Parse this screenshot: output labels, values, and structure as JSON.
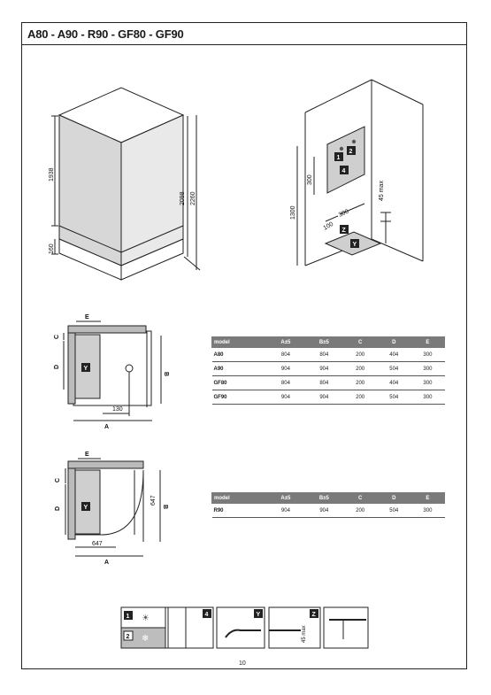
{
  "title": "A80 - A90 - R90 - GF80 - GF90",
  "page_number": "10",
  "iso_left": {
    "d1": "1938",
    "d2": "160",
    "d3": "2098",
    "d4": "2260"
  },
  "iso_right": {
    "d1": "300",
    "d2": "1300",
    "d3": "100",
    "d4": "300",
    "d5": "45 max",
    "z": "Z",
    "y": "Y",
    "b1": "1",
    "b2": "2",
    "b4": "4"
  },
  "plan1": {
    "E": "E",
    "C": "C",
    "D": "D",
    "B": "B",
    "A": "A",
    "d130": "130",
    "Y": "Y"
  },
  "plan2": {
    "E": "E",
    "C": "C",
    "D": "D",
    "B": "B",
    "A": "A",
    "d647a": "647",
    "d647b": "647",
    "Y": "Y"
  },
  "table1": {
    "headers": [
      "model",
      "A±5",
      "B±5",
      "C",
      "D",
      "E"
    ],
    "rows": [
      [
        "A80",
        "804",
        "804",
        "200",
        "404",
        "300"
      ],
      [
        "A90",
        "904",
        "904",
        "200",
        "504",
        "300"
      ],
      [
        "GF80",
        "804",
        "804",
        "200",
        "404",
        "300"
      ],
      [
        "GF90",
        "904",
        "904",
        "200",
        "504",
        "300"
      ]
    ]
  },
  "table2": {
    "headers": [
      "model",
      "A±5",
      "B±5",
      "C",
      "D",
      "E"
    ],
    "rows": [
      [
        "R90",
        "904",
        "904",
        "200",
        "504",
        "300"
      ]
    ]
  },
  "legend": {
    "b1": "1",
    "b2": "2",
    "b4": "4",
    "y": "Y",
    "z": "Z",
    "max": "45 max"
  }
}
